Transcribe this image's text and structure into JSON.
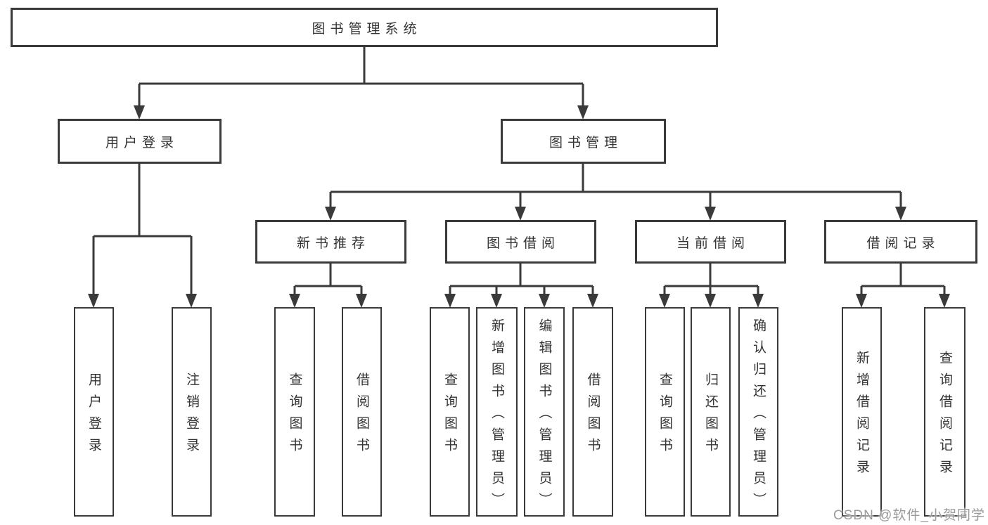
{
  "tree": {
    "root": "图书管理系统",
    "branches": [
      {
        "label": "用户登录",
        "children": [
          "用户登录",
          "注销登录"
        ]
      },
      {
        "label": "图书管理",
        "groups": [
          {
            "label": "新书推荐",
            "children": [
              "查询图书",
              "借阅图书"
            ]
          },
          {
            "label": "图书借阅",
            "children": [
              "查询图书",
              "新增图书（管理员）",
              "编辑图书（管理员）",
              "借阅图书"
            ]
          },
          {
            "label": "当前借阅",
            "children": [
              "查询图书",
              "归还图书",
              "确认归还（管理员）"
            ]
          },
          {
            "label": "借阅记录",
            "children": [
              "新增借阅记录",
              "查询借阅记录"
            ]
          }
        ]
      }
    ]
  },
  "watermark": "CSDN @软件_小贺同学",
  "colors": {
    "line": "#3a3a3a",
    "text": "#333333",
    "watermark": "#9b9b9b",
    "background": "#ffffff"
  }
}
